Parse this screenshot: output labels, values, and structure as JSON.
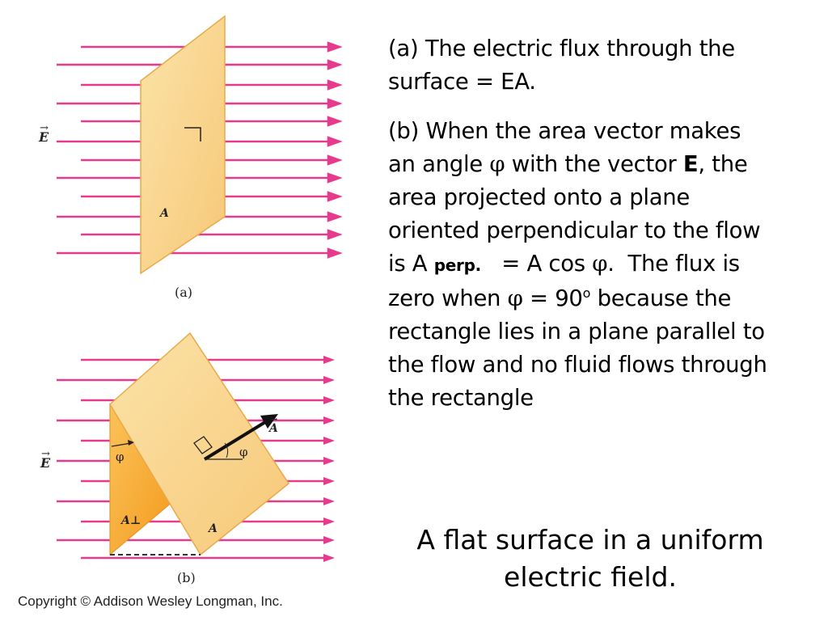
{
  "figure": {
    "panel_a": {
      "label": "(a)",
      "field_label": "E",
      "area_label": "A"
    },
    "panel_b": {
      "label": "(b)",
      "field_label": "E",
      "area_vector_label": "A",
      "angle_label_left": "φ",
      "angle_label_right": "φ",
      "area_label_projected": "A⊥",
      "area_label": "A"
    },
    "copyright": "Copyright © Addison Wesley Longman, Inc."
  },
  "text": {
    "para_a": "(a) The electric flux through the surface = EA.",
    "para_b": {
      "t1": "(b) When the area vector makes an angle ",
      "phi": "φ",
      "t2": " with the vector ",
      "bold_e": "E",
      "t3": ", the area projected onto a plane oriented perpendicular to the flow is A ",
      "perp": "perp.",
      "t4": "   = A cos ",
      "t5": ".  The flux is zero when ",
      "t6": " = 90",
      "sup_o": "o",
      "t7": " because the rectangle lies in a plane parallel to the flow and no fluid flows through the rectangle"
    },
    "caption": "A flat surface in a uniform electric field."
  },
  "colors": {
    "field_line": "#e83a8c",
    "plane_fill": "#f9d48c",
    "plane_edge": "#e8a94a",
    "projection_fill": "#f5a623",
    "vector": "#111111"
  }
}
